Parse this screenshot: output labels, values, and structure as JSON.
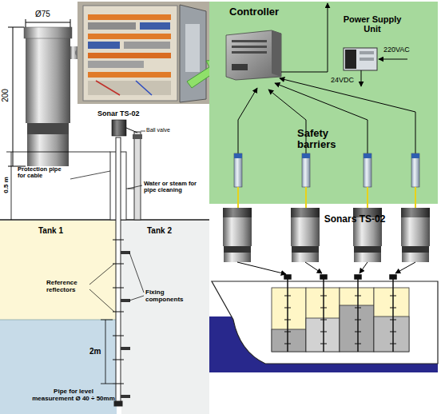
{
  "diagram": {
    "nodes": [
      {
        "text": [
          "Controller"
        ]
      },
      {
        "text": [
          "Power Supply Unit"
        ]
      },
      {
        "text": [
          "Tank 1"
        ]
      },
      {
        "text": [
          "Tank 2"
        ]
      }
    ],
    "labels": [
      "Ø75",
      "200",
      "Sonar TS-02",
      "Ball valve",
      "0.5 m",
      "Protection pipe for cable",
      "Water or steam for pipe cleaning",
      "Reference reflectors",
      "Fixing components",
      "2m",
      "Pipe for level measurement Ø 40 ÷ 50mm",
      "220VAC",
      "24VDC",
      "Safety barriers",
      "Sonars TS-02"
    ]
  }
}
